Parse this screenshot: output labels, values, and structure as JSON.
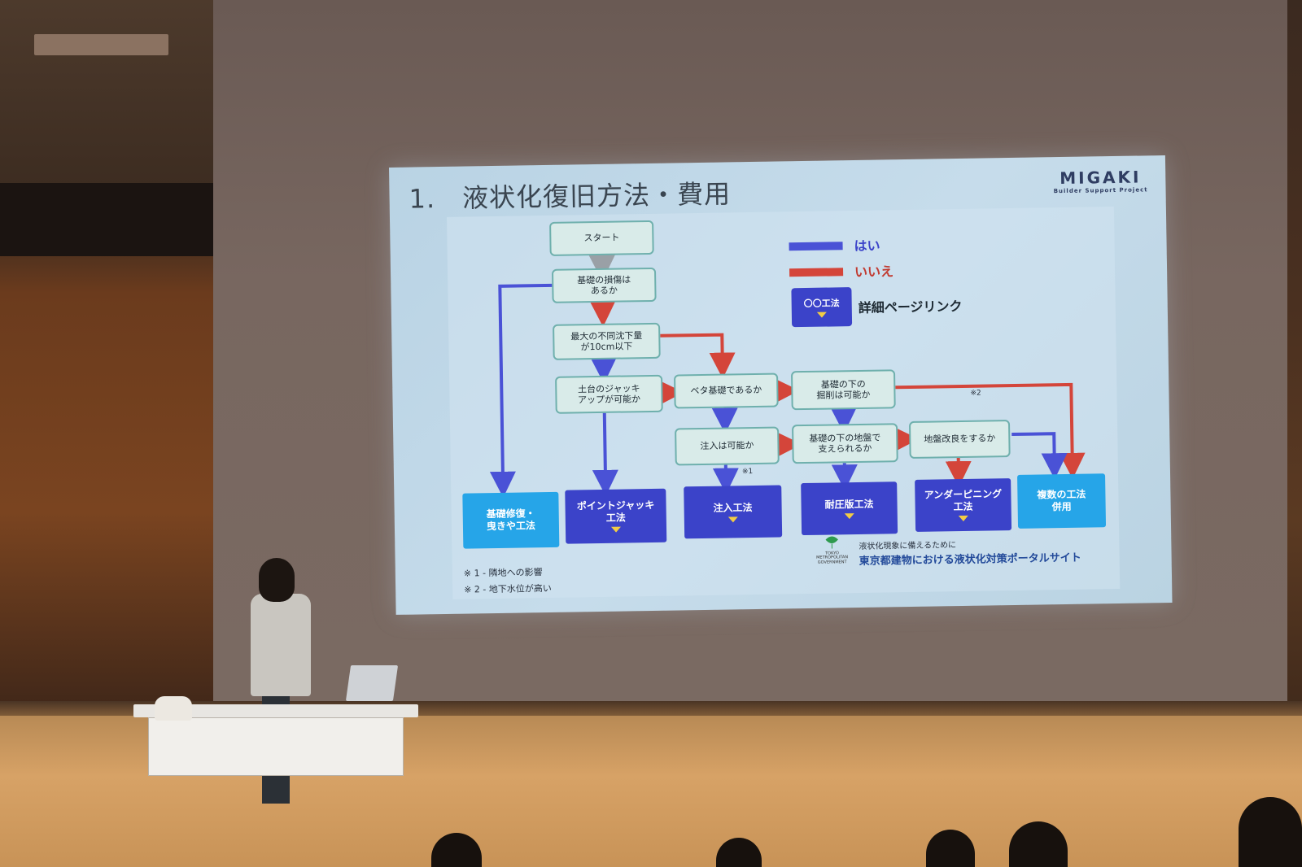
{
  "slide": {
    "title": "1.　液状化復旧方法・費用",
    "logo": {
      "main": "MIGAKI",
      "sub": "Builder Support Project"
    },
    "legend": {
      "yes": "はい",
      "no": "いいえ",
      "link_box": "〇〇工法",
      "link": "詳細ページリンク",
      "yes_color": "#4a52d6",
      "no_color": "#d4453a"
    },
    "nodes": {
      "start": "スタート",
      "damage": "基礎の損傷は\nあるか",
      "settlement": "最大の不同沈下量\nが10cm以下",
      "jack": "土台のジャッキ\nアップが可能か",
      "beta": "ベタ基礎であるか",
      "excavate": "基礎の下の\n掘削は可能か",
      "inject": "注入は可能か",
      "support": "基礎の下の地盤で\n支えられるか",
      "improve": "地盤改良をするか"
    },
    "results": {
      "repair": "基礎修復・\n曳きや工法",
      "point_jack": "ポイントジャッキ\n工法",
      "injection": "注入工法",
      "pressure": "耐圧版工法",
      "underpinning": "アンダーピニング\n工法",
      "combined": "複数の工法\n併用"
    },
    "marks": {
      "m1": "※1",
      "m2": "※2"
    },
    "notes": {
      "n1": "※ 1 - 隣地への影響",
      "n2": "※ 2 - 地下水位が高い"
    },
    "portal": {
      "sub": "液状化現象に備えるために",
      "main": "東京都建物における液状化対策ポータルサイト",
      "gov": "TOKYO\nMETROPOLITAN\nGOVERNMENT"
    }
  }
}
